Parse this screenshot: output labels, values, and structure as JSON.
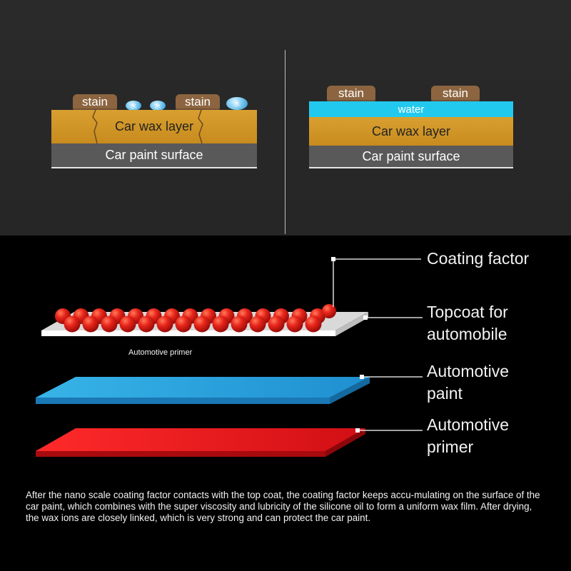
{
  "top": {
    "left": {
      "stains": [
        "stain",
        "stain"
      ],
      "drops": [
        "水",
        "水",
        "水"
      ],
      "wax_layer": "Car wax layer",
      "paint_surface": "Car paint surface"
    },
    "right": {
      "stains": [
        "stain",
        "stain"
      ],
      "water": "water",
      "wax_layer": "Car wax layer",
      "paint_surface": "Car paint surface"
    }
  },
  "diagram": {
    "labels": {
      "coating_factor": "Coating factor",
      "topcoat": [
        "Topcoat for",
        "automobile"
      ],
      "paint": [
        "Automotive",
        "paint"
      ],
      "primer": [
        "Automotive",
        "primer"
      ]
    },
    "sub_label": "Automotive primer"
  },
  "description": "After the nano scale coating factor contacts with the top coat, the coating factor keeps accu-mulating on the surface of the car paint, which combines with the super viscosity and lubricity of the silicone oil to form a uniform wax film. After drying, the wax ions are closely linked, which is very strong and can protect the car paint.",
  "colors": {
    "wax": "#d19828",
    "paint_gray": "#595959",
    "water": "#22c9ee",
    "stain": "#8c6540",
    "blue_sheet": "#2ea6db",
    "red_sheet": "#e0161b",
    "sphere": "#e8251b"
  }
}
